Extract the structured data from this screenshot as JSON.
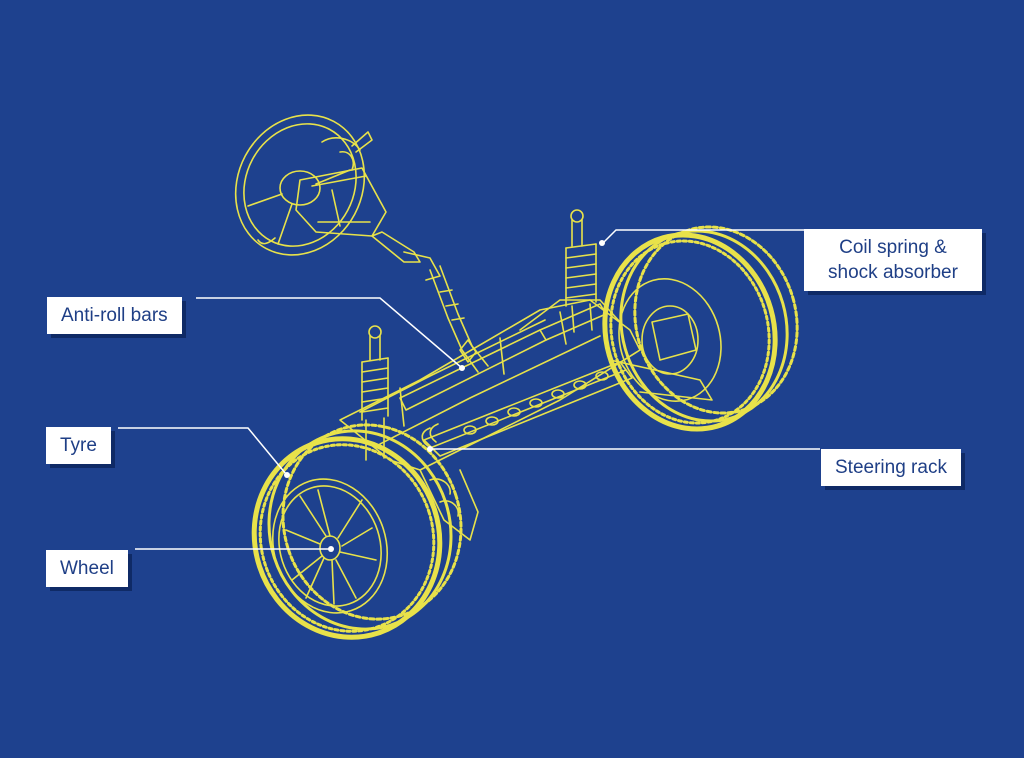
{
  "colors": {
    "background": "#1e418e",
    "drawing": "#e8e24a",
    "label_box": "#ffffff",
    "label_text": "#1f3f86",
    "leader_line": "#ffffff"
  },
  "labels": {
    "coil_spring_line1": "Coil spring &",
    "coil_spring_line2": "shock absorber",
    "anti_roll_bars": "Anti-roll bars",
    "tyre": "Tyre",
    "steering_rack": "Steering rack",
    "wheel": "Wheel"
  }
}
